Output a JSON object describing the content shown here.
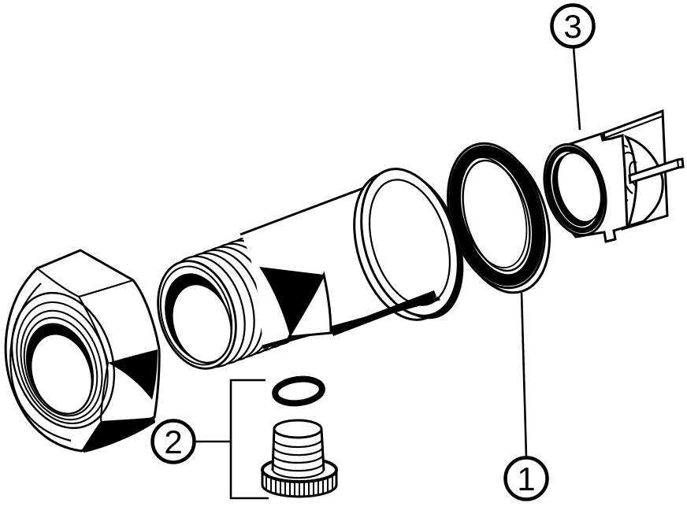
{
  "diagram": {
    "type": "exploded-parts-line-drawing",
    "background_color": "#ffffff",
    "line_color": "#000000",
    "callouts": [
      {
        "number": "1",
        "part": "gasket-seal-ring"
      },
      {
        "number": "2",
        "part": "drain-plug-and-o-ring"
      },
      {
        "number": "3",
        "part": "check-valve-cartridge"
      }
    ],
    "parts": [
      {
        "name": "compression-hex-nut",
        "callout": null
      },
      {
        "name": "threaded-adapter-body",
        "callout": null
      },
      {
        "name": "small-o-ring",
        "callout": "2"
      },
      {
        "name": "drain-plug-knurled-cap",
        "callout": "2"
      },
      {
        "name": "gasket-seal-ring",
        "callout": "1"
      },
      {
        "name": "check-valve-cartridge",
        "callout": "3"
      }
    ]
  }
}
